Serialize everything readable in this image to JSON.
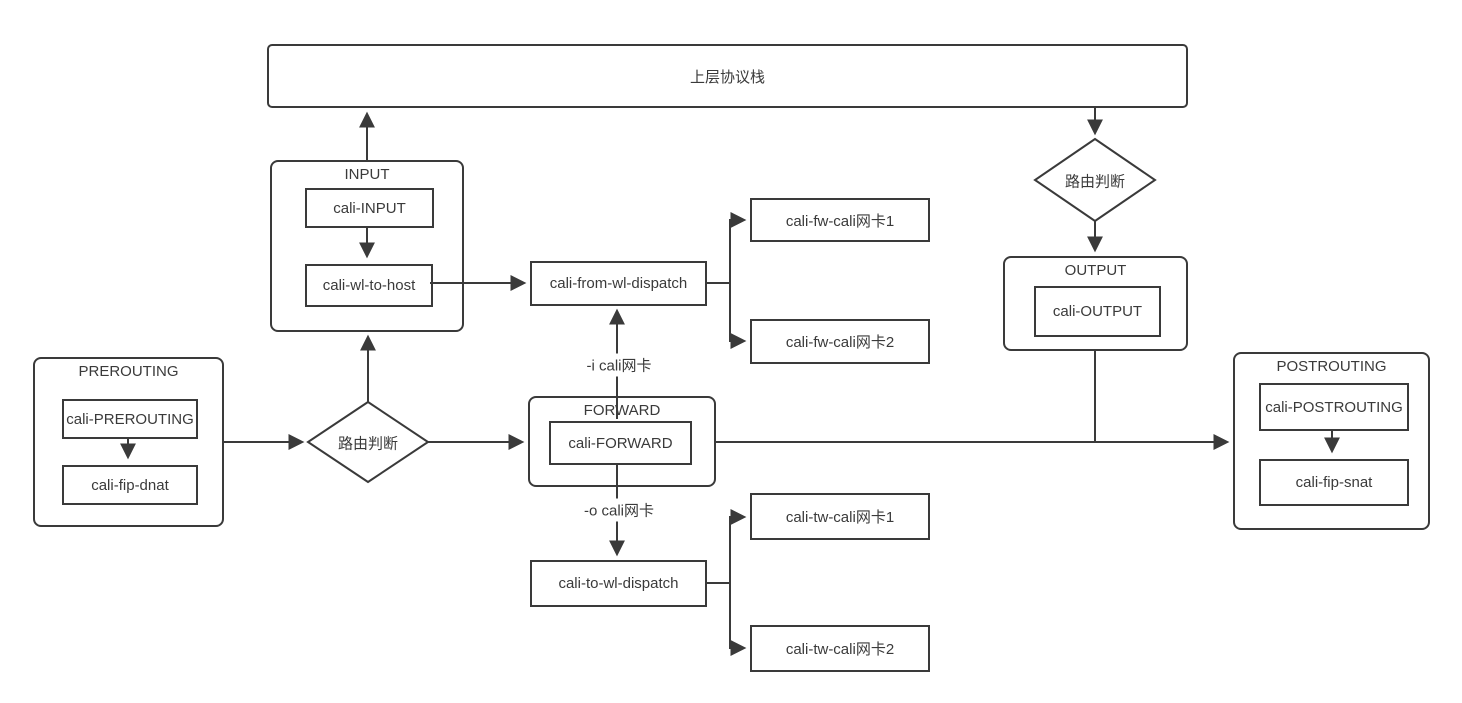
{
  "colors": {
    "line": "#3a3a3a",
    "text": "#3a3a3a",
    "node_fill": "#ffffff",
    "background": "#ffffff"
  },
  "nodes": {
    "protocol_stack": {
      "label": "上层协议栈"
    },
    "route_decision_left": {
      "label": "路由判断"
    },
    "route_decision_right": {
      "label": "路由判断"
    },
    "prerouting": {
      "title": "PREROUTING",
      "chains": [
        "cali-PREROUTING",
        "cali-fip-dnat"
      ]
    },
    "input": {
      "title": "INPUT",
      "chains": [
        "cali-INPUT",
        "cali-wl-to-host"
      ]
    },
    "forward": {
      "title": "FORWARD",
      "chains": [
        "cali-FORWARD"
      ]
    },
    "output": {
      "title": "OUTPUT",
      "chains": [
        "cali-OUTPUT"
      ]
    },
    "postrouting": {
      "title": "POSTROUTING",
      "chains": [
        "cali-POSTROUTING",
        "cali-fip-snat"
      ]
    },
    "from_wl_dispatch": {
      "label": "cali-from-wl-dispatch"
    },
    "to_wl_dispatch": {
      "label": "cali-to-wl-dispatch"
    },
    "fw_nic1": {
      "label": "cali-fw-cali网卡1"
    },
    "fw_nic2": {
      "label": "cali-fw-cali网卡2"
    },
    "tw_nic1": {
      "label": "cali-tw-cali网卡1"
    },
    "tw_nic2": {
      "label": "cali-tw-cali网卡2"
    }
  },
  "edge_labels": {
    "in_iface": "-i cali网卡",
    "out_iface": "-o cali网卡"
  }
}
